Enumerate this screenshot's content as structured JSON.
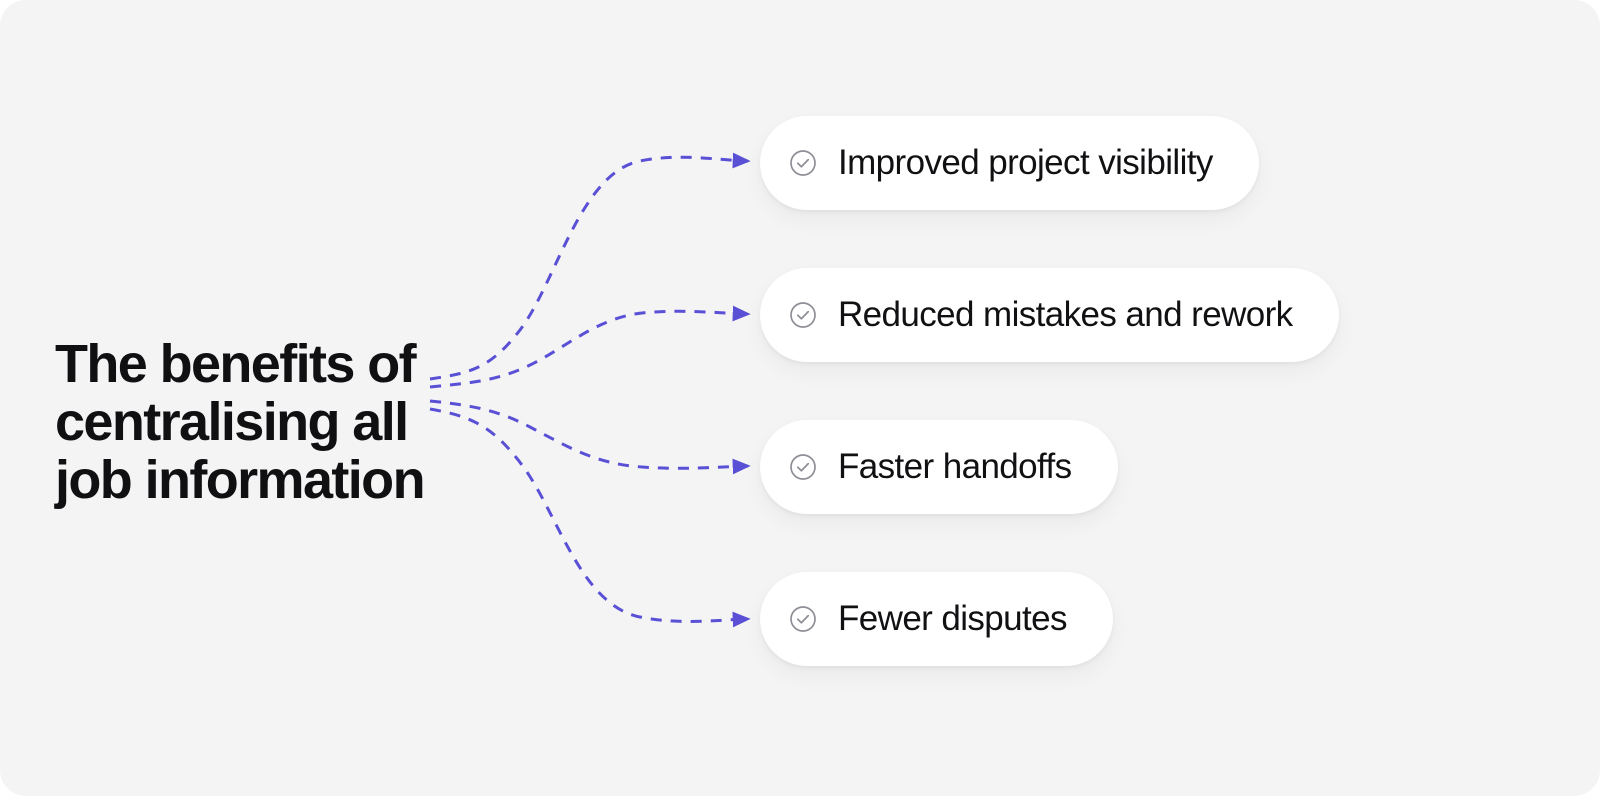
{
  "theme": {
    "panel_background": "#f4f4f5",
    "card_background": "#ffffff",
    "heading_color": "#101012",
    "label_color": "#111114",
    "connector_color": "#5a50d6",
    "icon_color": "#8e8e96"
  },
  "heading": {
    "text": "The benefits of\ncentralising all\njob information"
  },
  "benefits": {
    "icon_name": "circle-check-icon",
    "items": [
      {
        "label": "Improved project visibility"
      },
      {
        "label": "Reduced mistakes and rework"
      },
      {
        "label": "Faster handoffs"
      },
      {
        "label": "Fewer disputes"
      }
    ]
  },
  "connectors": {
    "style": "dashed",
    "arrowhead": "solid-triangle",
    "count": 4,
    "paths": [
      "M 430 379 C 470 373 490 369 520 330 C 556 283 580 173 640 161 C 680 153 716 160 748 161",
      "M 430 387 C 470 383 496 381 528 366 C 566 348 596 318 642 313 C 680 309 716 313 748 314",
      "M 430 401 C 470 405 498 410 530 427 C 568 447 596 464 642 467 C 680 470 716 467 748 466",
      "M 430 409 C 470 416 492 425 522 465 C 558 513 580 605 640 617 C 680 625 716 620 748 619"
    ]
  }
}
